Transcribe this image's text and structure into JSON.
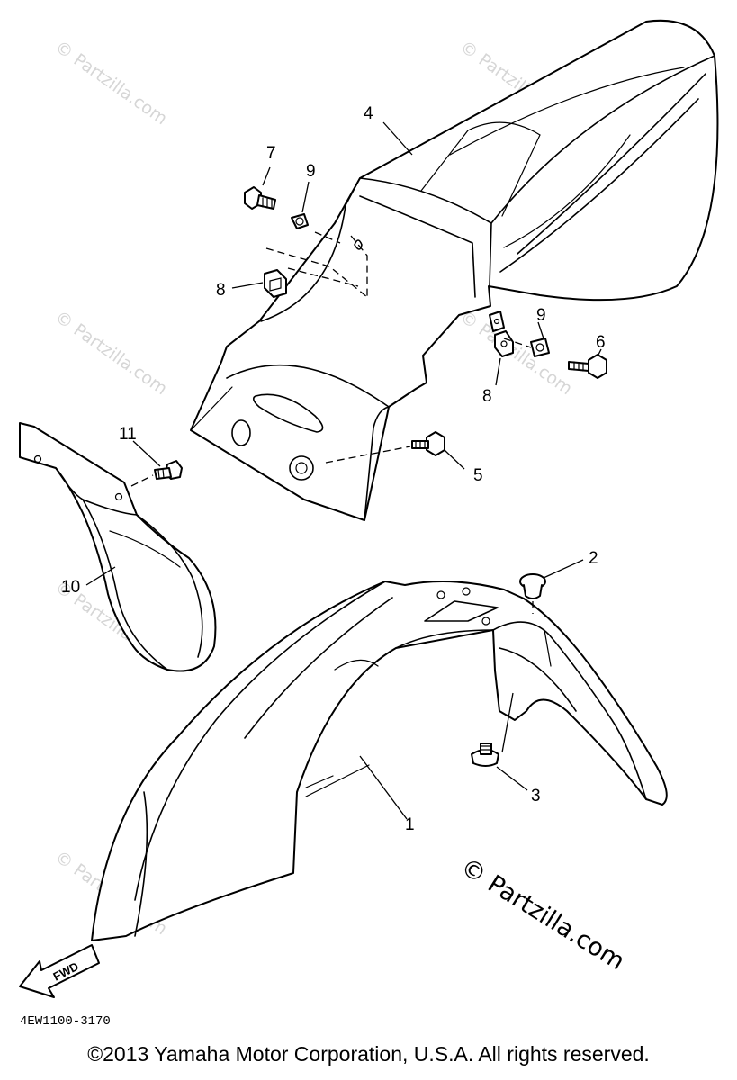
{
  "diagram": {
    "parts": [
      {
        "number": "1"
      },
      {
        "number": "2"
      },
      {
        "number": "3"
      },
      {
        "number": "4"
      },
      {
        "number": "5"
      },
      {
        "number": "6"
      },
      {
        "number": "7"
      },
      {
        "number": "8"
      },
      {
        "number": "8"
      },
      {
        "number": "9"
      },
      {
        "number": "9"
      },
      {
        "number": "10"
      },
      {
        "number": "11"
      }
    ],
    "direction_label": "FWD",
    "drawing_code": "4EW1100-3170"
  },
  "watermark": {
    "small": "© Partzilla.com",
    "large": "© Partzilla.com"
  },
  "footer": {
    "copyright": "©2013 Yamaha Motor Corporation, U.S.A. All rights reserved."
  }
}
